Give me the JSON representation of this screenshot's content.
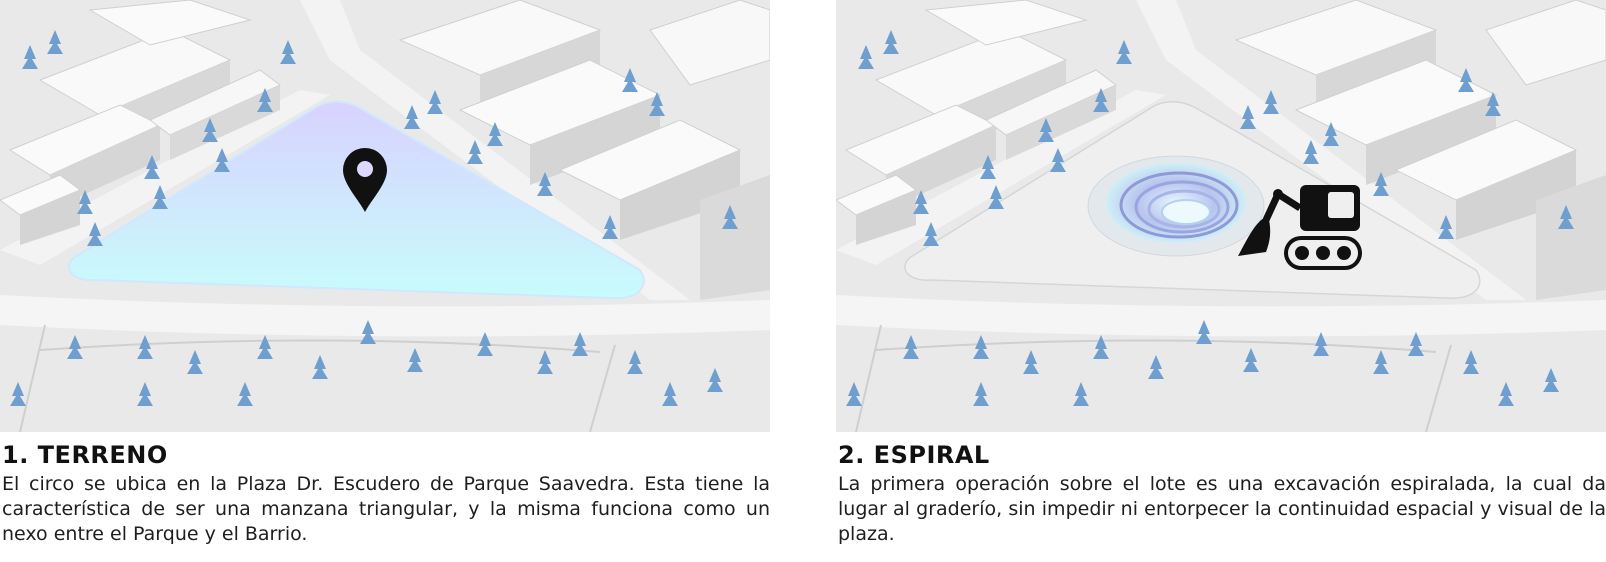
{
  "panels": [
    {
      "title": "1. TERRENO",
      "text": "El circo se ubica en la Plaza Dr. Escudero de Parque Saavedra. Esta tiene la característica de ser una manzana triangular, y la misma funciona como un nexo entre el Parque y el Barrio.",
      "icon": "location-pin-icon"
    },
    {
      "title": "2. ESPIRAL",
      "text": "La primera operación sobre el lote es una excavación espiralada, la cual da lugar al graderío, sin impedir ni entorpecer la continuidad espacial y visual de la plaza.",
      "icon": "excavator-icon"
    }
  ],
  "colors": {
    "ground": "#ececec",
    "street": "#f6f6f6",
    "building": "#f9f9f9",
    "building_side": "#d6d6d6",
    "tree": "#6f9fcf",
    "lot_gradient_top": "#d7d2ff",
    "lot_gradient_bottom": "#c9fbfb",
    "icon": "#111111"
  }
}
